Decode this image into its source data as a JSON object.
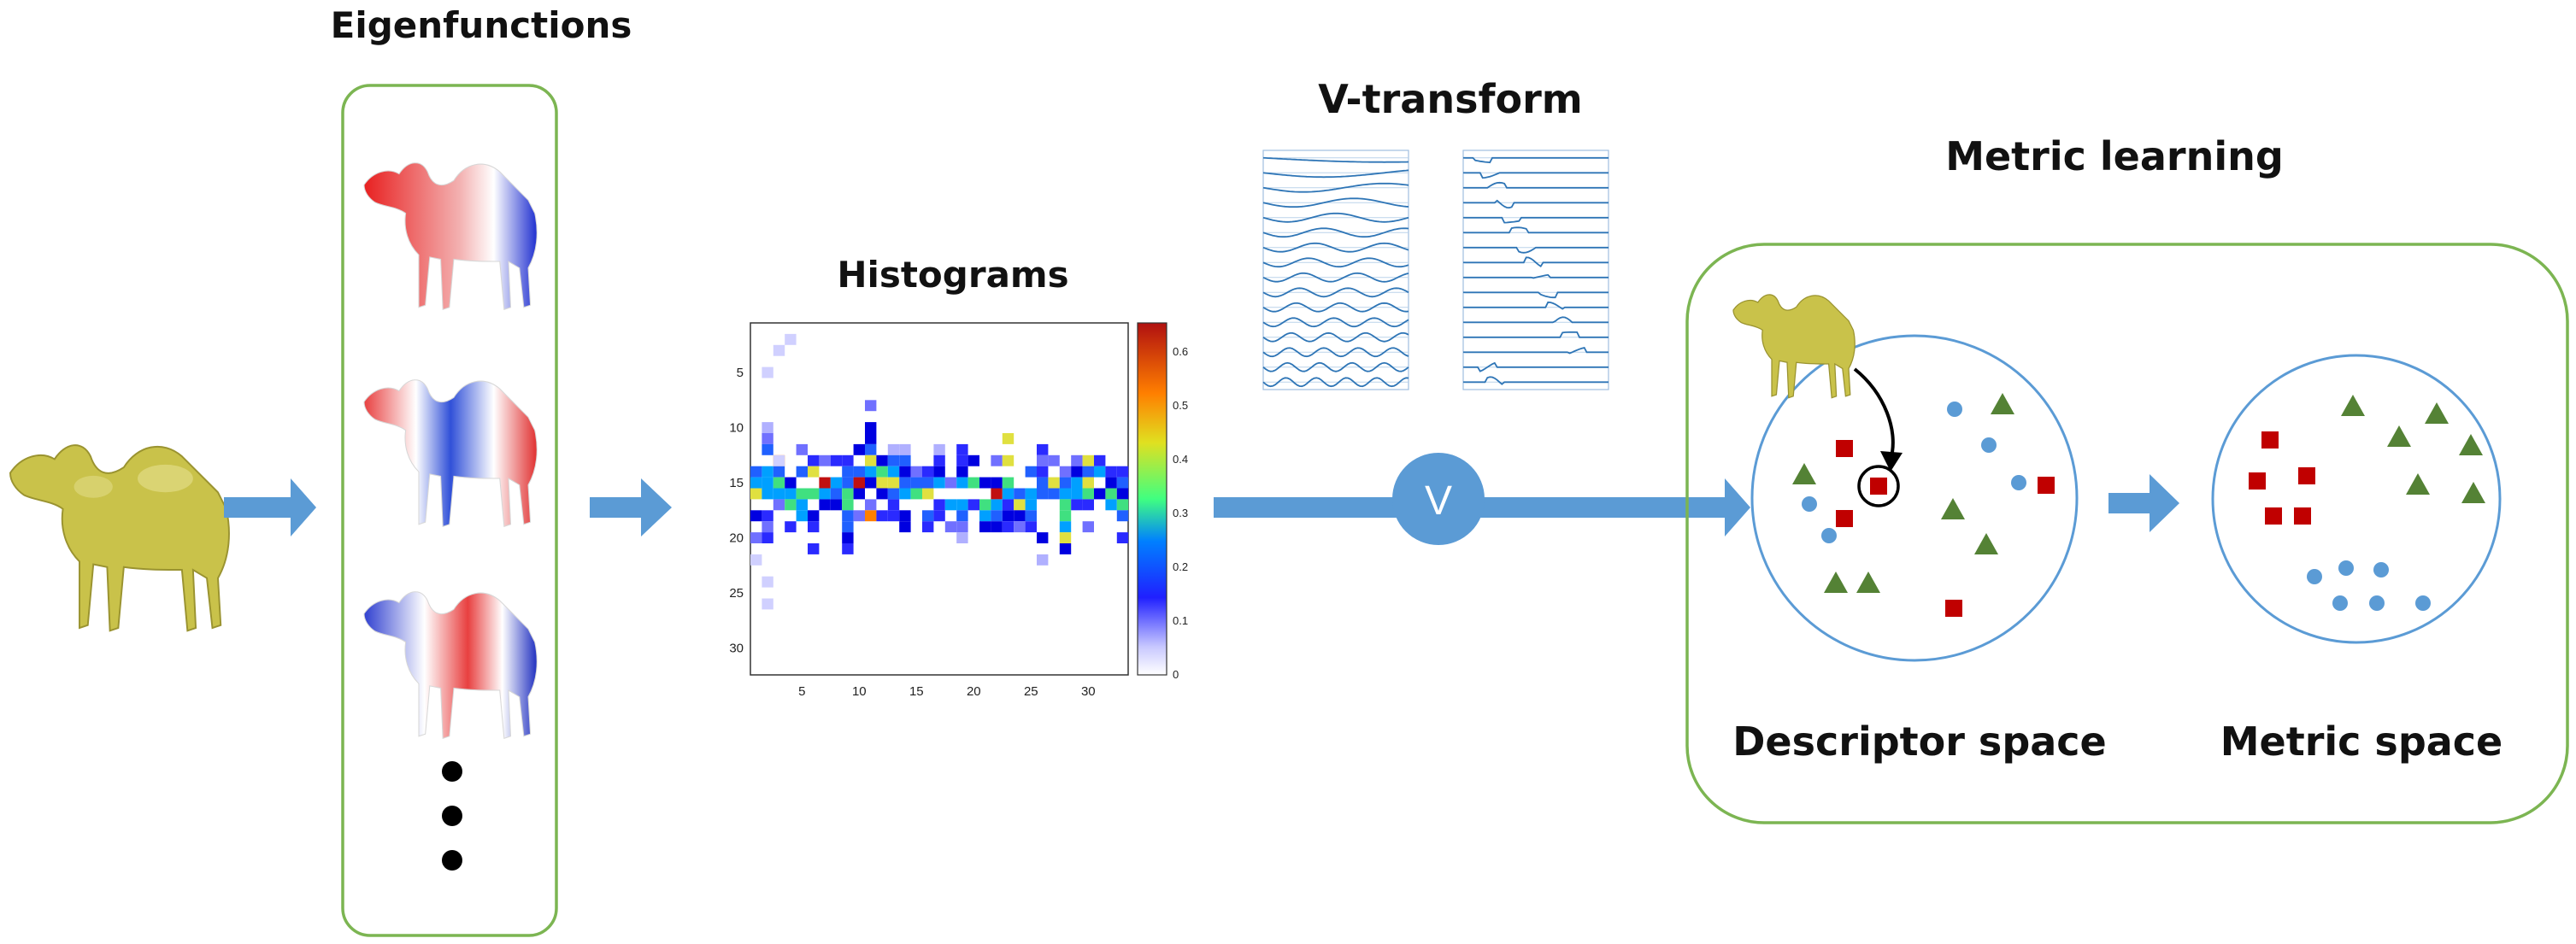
{
  "titles": {
    "eigenfunctions": "Eigenfunctions",
    "histograms": "Histograms",
    "v_transform": "V-transform",
    "metric_learning": "Metric learning",
    "descriptor_space": "Descriptor space",
    "metric_space": "Metric space",
    "v_symbol": "V"
  },
  "colors": {
    "green_border": "#7cb552",
    "blue_arrow": "#5b9bd5",
    "circle": "#5b9bd5",
    "square": "#c00000",
    "triangle": "#548235",
    "dot": "#5b9bd5",
    "camel": "#c9c24a"
  },
  "histogram": {
    "y_ticks": [
      "5",
      "10",
      "15",
      "20",
      "25",
      "30"
    ],
    "x_ticks": [
      "5",
      "10",
      "15",
      "20",
      "25",
      "30"
    ],
    "colorbar_ticks": [
      "0",
      "0.1",
      "0.2",
      "0.3",
      "0.4",
      "0.5",
      "0.6"
    ]
  },
  "icons": [
    "camel-icon",
    "arrow-right-icon",
    "ellipsis-dots-icon",
    "curved-arrow-icon"
  ]
}
